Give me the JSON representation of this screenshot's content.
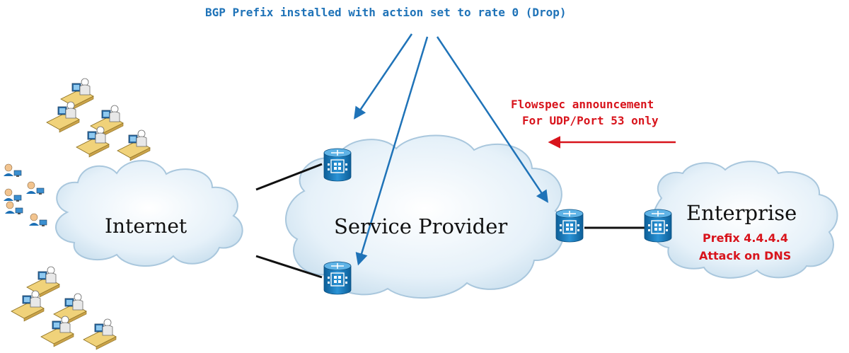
{
  "title": "BGP Prefix installed with action set to rate 0 (Drop)",
  "flowspec": {
    "line1": "Flowspec announcement",
    "line2": "For UDP/Port 53 only"
  },
  "clouds": {
    "internet": "Internet",
    "service_provider": "Service Provider",
    "enterprise": "Enterprise"
  },
  "enterprise_notes": {
    "prefix": "Prefix 4.4.4.4",
    "attack": "Attack on DNS"
  },
  "colors": {
    "title_blue": "#1f73b8",
    "arrow_blue": "#1f73b8",
    "flowspec_red": "#d8141c",
    "cloud_fill": "#dfeef8",
    "cloud_stroke": "#a9c7dd",
    "router_blue": "#1b7fc3",
    "link_black": "#111111"
  },
  "icons": {
    "router": "router-icon",
    "user": "user-workstation-icon"
  }
}
